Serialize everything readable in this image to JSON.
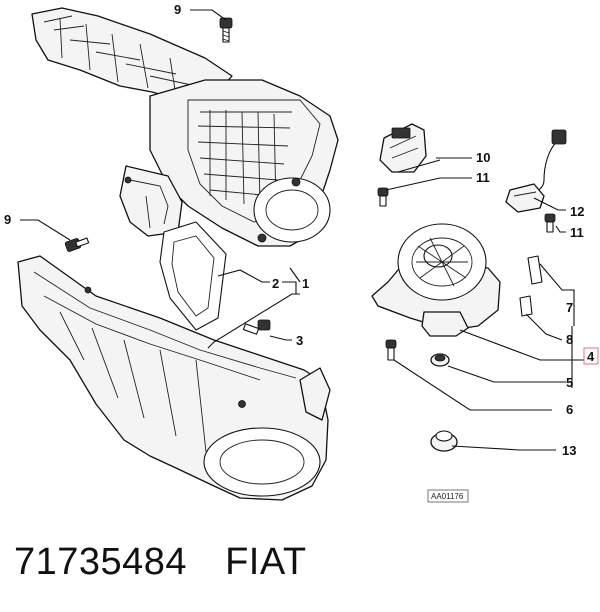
{
  "diagram": {
    "reference_code": "AA01176",
    "callouts": {
      "c9_top": "9",
      "c9_left": "9",
      "c10": "10",
      "c11_a": "11",
      "c11_b": "11",
      "c12": "12",
      "c1": "1",
      "c2": "2",
      "c3": "3",
      "c7": "7",
      "c8": "8",
      "c4": "4",
      "c5": "5",
      "c6": "6",
      "c13": "13"
    },
    "highlight_color": "#e07080"
  },
  "caption": {
    "part_number": "71735484",
    "brand": "FIAT"
  }
}
